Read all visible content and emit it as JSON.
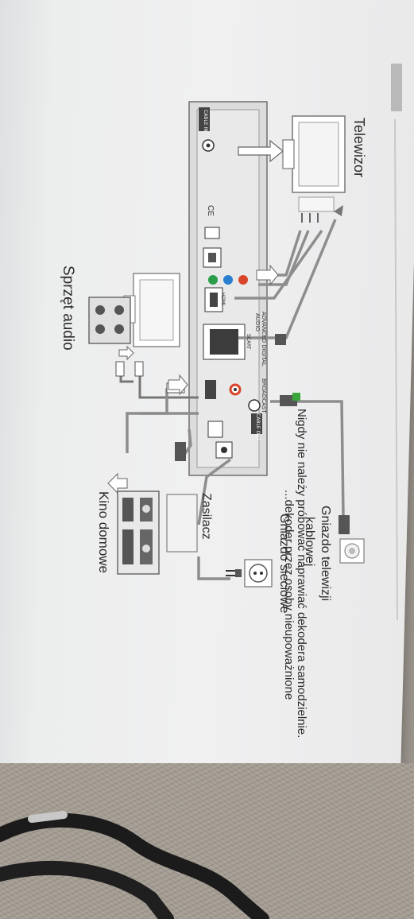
{
  "labels": {
    "tv": "Telewizor",
    "cable_socket": "Gniazdo telewizji",
    "cable_socket_2": "kablowej",
    "power_socket": "Gniazdo sieciowe",
    "power_supply": "Zasilacz",
    "home_cinema": "Kino domowe",
    "audio": "Sprzęt audio"
  },
  "note": {
    "line1": "Nigdy nie należy próbować naprawiać dekodera samodzielnie.",
    "line2": "...dekoder przez osoby nieupoważnione"
  },
  "device": {
    "advanced": "ADVANCED DIGITAL",
    "audio": "AUDIO",
    "broadcast": "BROADCAST",
    "ce": "CE",
    "hdmi": "HDMI",
    "scart": "SCART",
    "cable_in": "CABLE IN",
    "cable_out": "CABLE OUT"
  },
  "colors": {
    "paper": "#eeeeef",
    "line": "#8a8a8a",
    "text": "#2b2b2b",
    "bullet": "#3aa63a"
  }
}
